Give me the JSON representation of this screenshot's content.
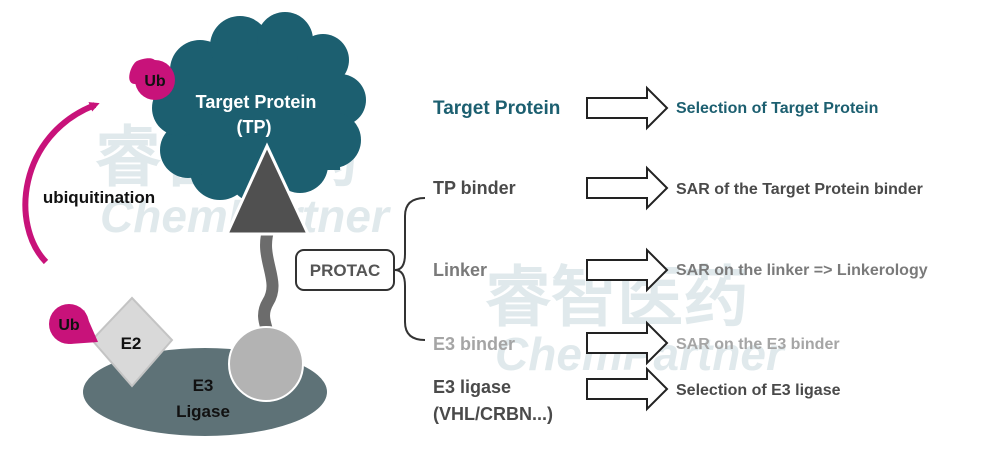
{
  "diagram": {
    "protein": {
      "label_line1": "Target Protein",
      "label_line2": "(TP)"
    },
    "ub_top": "Ub",
    "ub_bottom": "Ub",
    "ubiquitination": "ubiquitination",
    "e2": "E2",
    "e3_line1": "E3",
    "e3_line2": "Ligase",
    "protac": "PROTAC",
    "watermark": {
      "cn": "睿智医药",
      "en": "ChemPartner"
    },
    "rows": [
      {
        "name": "Target Protein",
        "desc": "Selection of Target Protein"
      },
      {
        "name": "TP binder",
        "desc": "SAR of the Target Protein binder"
      },
      {
        "name": "Linker",
        "desc": "SAR on the linker => Linkerology"
      },
      {
        "name": "E3 binder",
        "desc": "SAR on the E3 binder"
      },
      {
        "name": "E3 ligase",
        "name_line2": "(VHL/CRBN...)",
        "desc": "Selection of E3 ligase"
      }
    ],
    "colors": {
      "teal": "#1c5f70",
      "magenta": "#c8127a",
      "dark_gray": "#4a4a4a",
      "mid_gray": "#7a7a7a",
      "light_gray": "#a5a5a5",
      "e3_shape": "#5e7277",
      "ball": "#b3b3b3",
      "triangle": "#505050",
      "diamond": "#d9d9d9"
    }
  }
}
